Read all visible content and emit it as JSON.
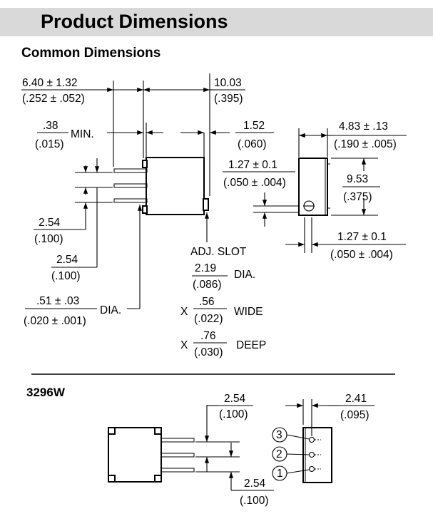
{
  "header": {
    "title": "Product Dimensions"
  },
  "common": {
    "subtitle": "Common Dimensions",
    "d1_top": "6.40 ± 1.32",
    "d1_bot": "(.252 ± .052)",
    "d2_top": "10.03",
    "d2_bot": "(.395)",
    "d3_top": ".38",
    "d3_bot": "(.015)",
    "d3_suffix": "MIN.",
    "d4_top": "1.52",
    "d4_bot": "(.060)",
    "d5_top": "1.27 ± 0.1",
    "d5_bot": "(.050 ± .004)",
    "d6_top": "4.83 ± .13",
    "d6_bot": "(.190 ± .005)",
    "d7_top": "9.53",
    "d7_bot": "(.375)",
    "d8_top": "2.54",
    "d8_bot": "(.100)",
    "d9_top": "2.54",
    "d9_bot": "(.100)",
    "d10_top": "1.27 ± 0.1",
    "d10_bot": "(.050 ± .004)",
    "adj_slot": "ADJ. SLOT",
    "slot_dia_top": "2.19",
    "slot_dia_bot": "(.086)",
    "slot_dia_suffix": "DIA.",
    "x_label": "X",
    "slot_w_top": ".56",
    "slot_w_bot": "(.022)",
    "slot_w_suffix": "WIDE",
    "slot_d_top": ".76",
    "slot_d_bot": "(.030)",
    "slot_d_suffix": "DEEP",
    "pin_dia_top": ".51 ± .03",
    "pin_dia_bot": "(.020 ± .001)",
    "pin_dia_suffix": "DIA."
  },
  "model": {
    "name": "3296W",
    "d_pitch_top": "2.54",
    "d_pitch_bot": "(.100)",
    "d_side_top": "2.41",
    "d_side_bot": "(.095)",
    "d_pitch2_top": "2.54",
    "d_pitch2_bot": "(.100)",
    "pin3": "3",
    "pin2": "2",
    "pin1": "1"
  }
}
